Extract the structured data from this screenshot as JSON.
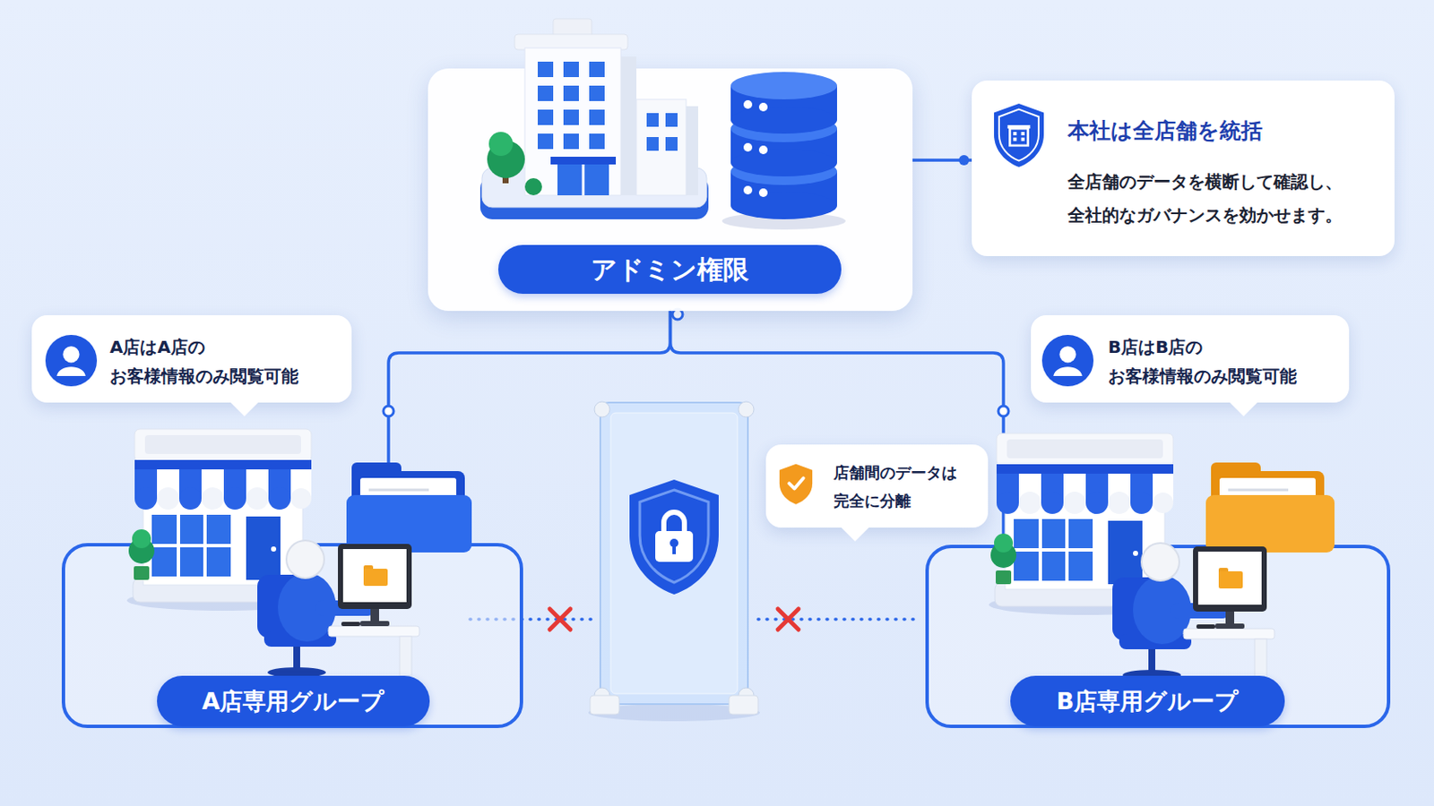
{
  "diagram": {
    "nodes": [
      {
        "text": [
          "アドミン権限"
        ]
      },
      {
        "text": [
          "本社は全店舗を統括",
          "全店舗のデータを横断して確認し、 全社的なガバナンスを効かせます。"
        ]
      },
      {
        "text": [
          "A店はA店の お客様情報のみ閲覧可能"
        ]
      },
      {
        "text": [
          "B店はB店の お客様情報のみ閲覧可能"
        ]
      },
      {
        "text": [
          "店舗間のデータは 完全に分離"
        ]
      },
      {
        "text": [
          "A店専用グループ"
        ]
      },
      {
        "text": [
          "B店専用グループ"
        ]
      }
    ],
    "edges": [
      {
        "from": 0,
        "to": 1,
        "arrow": "none"
      },
      {
        "from": 0,
        "to": 5,
        "arrow": "none"
      },
      {
        "from": 0,
        "to": 6,
        "arrow": "none"
      }
    ]
  }
}
